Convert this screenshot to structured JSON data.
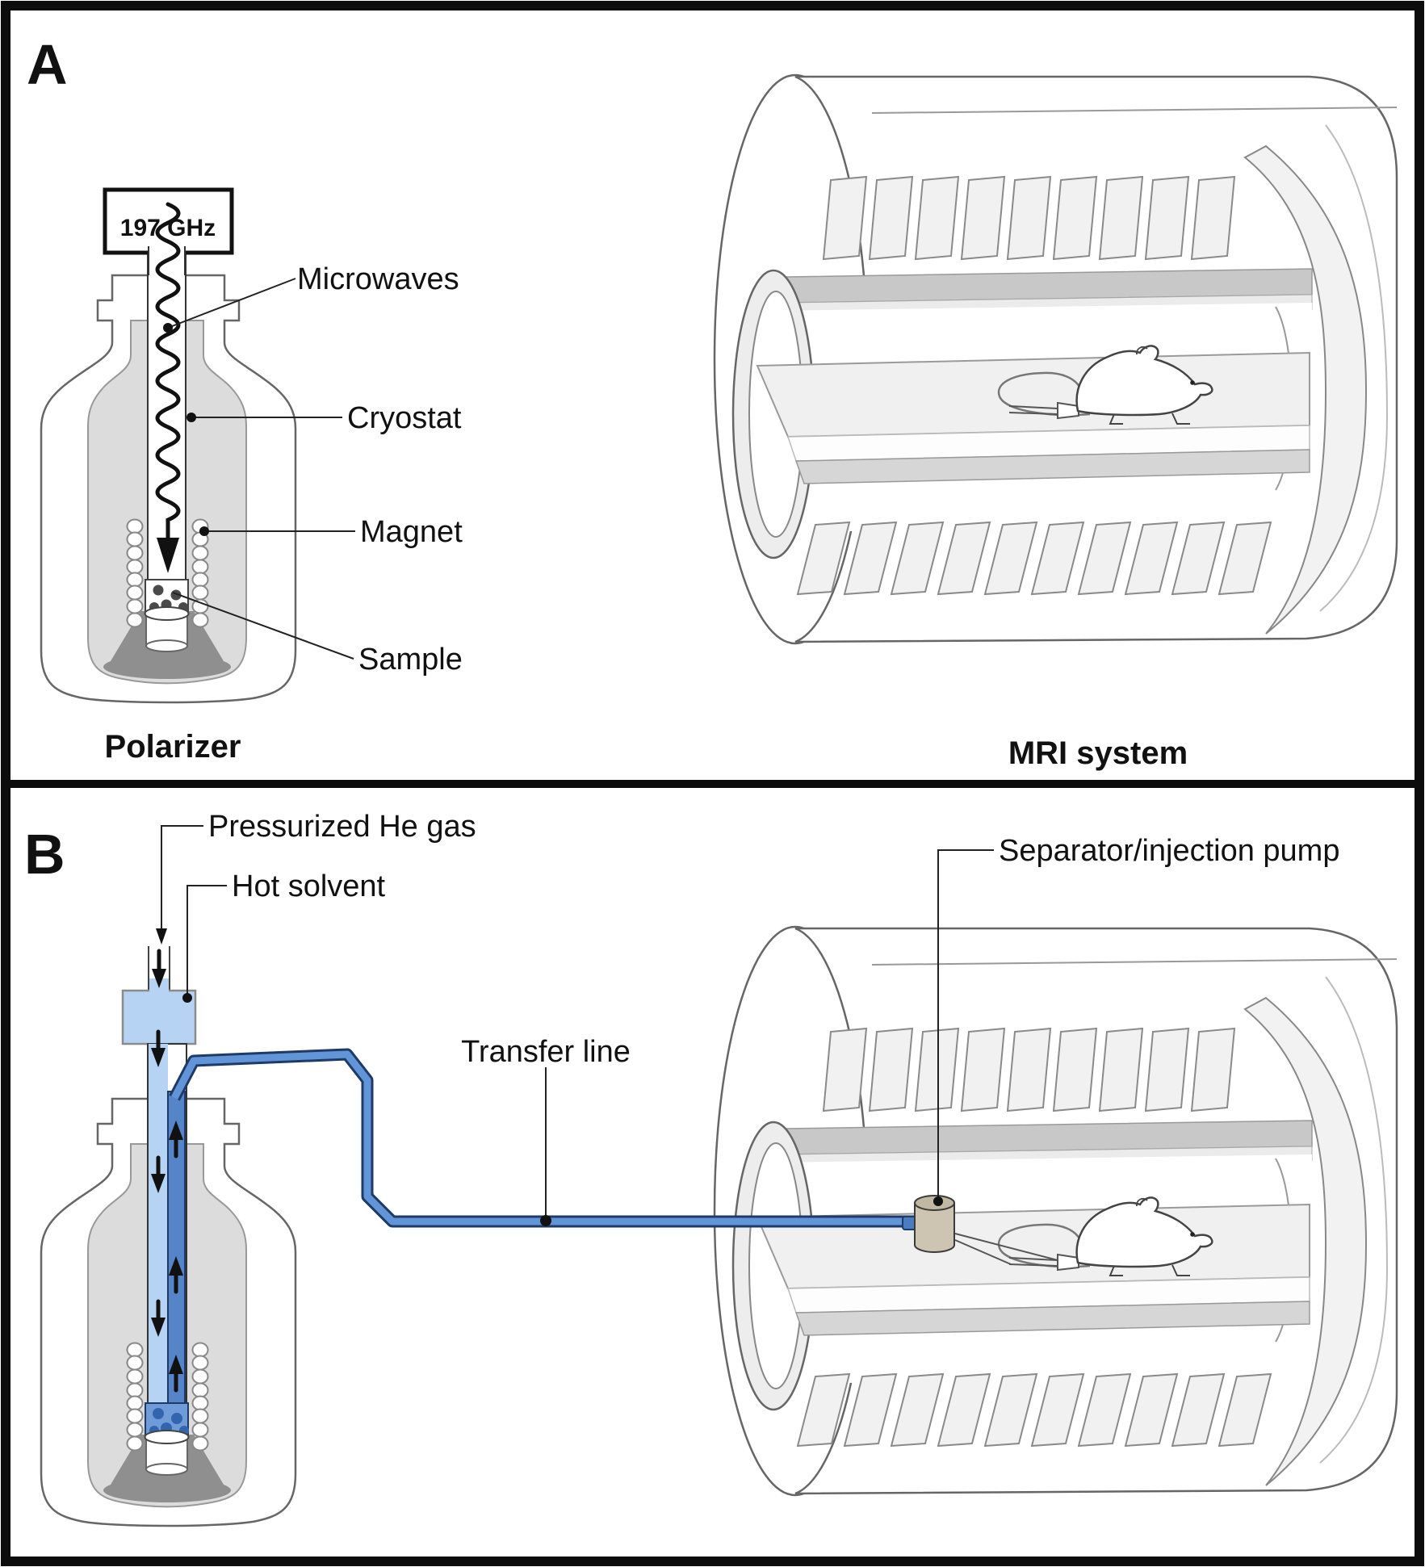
{
  "figure": {
    "type": "two-panel scientific schematic of dissolution DNP polarizer and MRI system",
    "panel_a": {
      "panel_letter": "A",
      "microwave_source_label": "197 GHz",
      "labels": {
        "microwaves": "Microwaves",
        "cryostat": "Cryostat",
        "magnet": "Magnet",
        "sample": "Sample"
      },
      "captions": {
        "polarizer": "Polarizer",
        "mri": "MRI system"
      }
    },
    "panel_b": {
      "panel_letter": "B",
      "labels": {
        "pressurized_he_gas": "Pressurized He gas",
        "hot_solvent": "Hot solvent",
        "transfer_line": "Transfer line",
        "separator_pump": "Separator/injection pump"
      }
    },
    "colors": {
      "he_gas_light_blue": "#b7d3f4",
      "solution_medium_blue": "#5584c8",
      "transfer_line_outline_navy": "#1e3a66",
      "sample_dots_blue": "#3365ae",
      "separator_tan": "#cdc5b2",
      "cryostat_gray": "#dcdcdc",
      "cone_dark_gray": "#8f8f8f",
      "frame_black": "#0c0c0c"
    }
  }
}
